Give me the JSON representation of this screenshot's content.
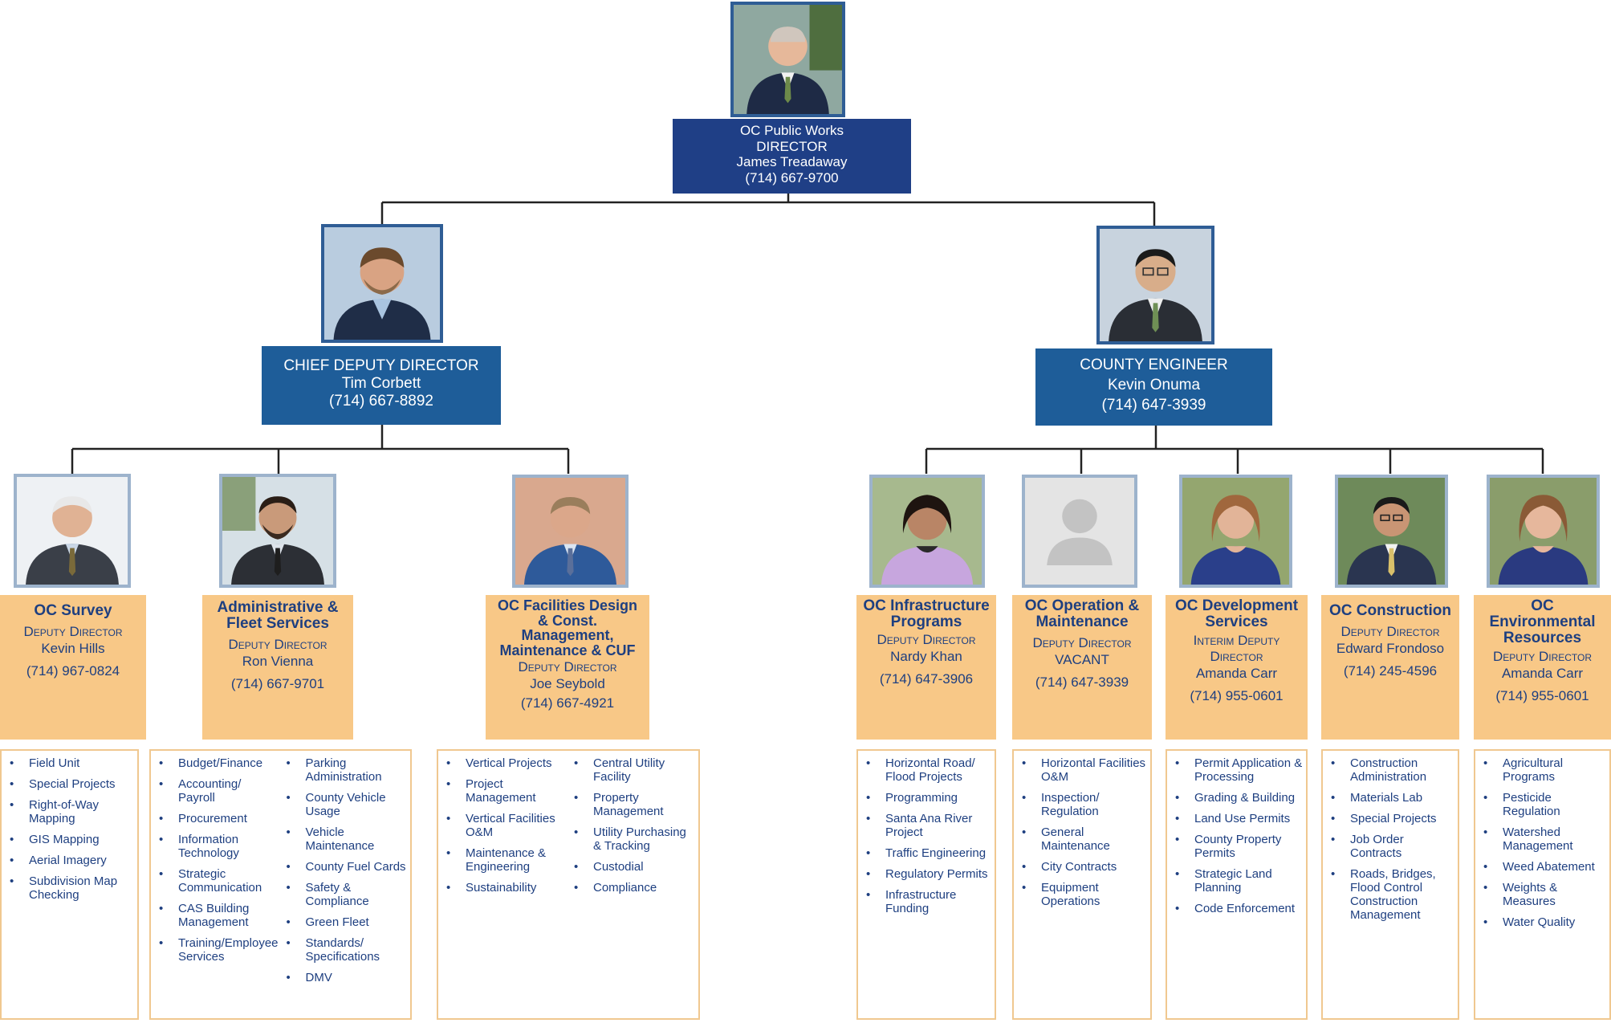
{
  "director": {
    "org": "OC Public Works",
    "title": "DIRECTOR",
    "name": "James Treadaway",
    "phone": "(714) 667-9700"
  },
  "chief_deputy": {
    "title": "CHIEF DEPUTY DIRECTOR",
    "name": "Tim Corbett",
    "phone": "(714) 667-8892"
  },
  "county_engineer": {
    "title": "COUNTY ENGINEER",
    "name": "Kevin Onuma",
    "phone": "(714) 647-3939"
  },
  "divisions": [
    {
      "name": "OC Survey",
      "role": "Deputy Director",
      "person": "Kevin Hills",
      "phone": "(714) 967-0824",
      "services": [
        [
          "Field Unit",
          "Special Projects",
          "Right-of-Way Mapping",
          "GIS Mapping",
          "Aerial Imagery",
          "Subdivision Map Checking"
        ]
      ]
    },
    {
      "name": "Administrative & Fleet Services",
      "role": "Deputy Director",
      "person": "Ron Vienna",
      "phone": "(714) 667-9701",
      "services": [
        [
          "Budget/Finance",
          "Accounting/ Payroll",
          "Procurement",
          "Information Technology",
          "Strategic Communication",
          "CAS Building Management",
          "Training/Employee Services"
        ],
        [
          "Parking Administration",
          "County Vehicle Usage",
          "Vehicle Maintenance",
          "County Fuel Cards",
          "Safety & Compliance",
          "Green Fleet",
          "Standards/ Specifications",
          "DMV"
        ]
      ]
    },
    {
      "name": "OC Facilities Design & Const. Management, Maintenance & CUF",
      "role": "Deputy Director",
      "person": "Joe Seybold",
      "phone": "(714) 667-4921",
      "services": [
        [
          "Vertical Projects",
          "Project Management",
          "Vertical Facilities O&M",
          "Maintenance & Engineering",
          "Sustainability"
        ],
        [
          "Central Utility Facility",
          "Property Management",
          "Utility Purchasing & Tracking",
          "Custodial",
          "Compliance"
        ]
      ]
    },
    {
      "name": "OC Infrastructure Programs",
      "role": "Deputy Director",
      "person": "Nardy Khan",
      "phone": "(714) 647-3906",
      "services": [
        [
          "Horizontal Road/ Flood Projects",
          "Programming",
          "Santa Ana River Project",
          "Traffic Engineering",
          "Regulatory Permits",
          "Infrastructure Funding"
        ]
      ]
    },
    {
      "name": "OC Operation & Maintenance",
      "role": "Deputy Director",
      "person": "VACANT",
      "phone": "(714) 647-3939",
      "services": [
        [
          "Horizontal Facilities O&M",
          "Inspection/ Regulation",
          "General Maintenance",
          "City Contracts",
          "Equipment Operations"
        ]
      ]
    },
    {
      "name": "OC Development Services",
      "role": "Interim Deputy Director",
      "person": "Amanda Carr",
      "phone": "(714) 955-0601",
      "services": [
        [
          "Permit Application & Processing",
          "Grading & Building",
          "Land Use Permits",
          "County Property Permits",
          "Strategic Land Planning",
          "Code Enforcement"
        ]
      ]
    },
    {
      "name": "OC Construction",
      "role": "Deputy Director",
      "person": "Edward Frondoso",
      "phone": "(714) 245-4596",
      "services": [
        [
          "Construction Administration",
          "Materials Lab",
          "Special Projects",
          "Job Order Contracts",
          "Roads, Bridges, Flood Control Construction Management"
        ]
      ]
    },
    {
      "name": "OC Environmental Resources",
      "role": "Deputy Director",
      "person": "Amanda Carr",
      "phone": "(714) 955-0601",
      "services": [
        [
          "Agricultural Programs",
          "Pesticide Regulation",
          "Watershed Management",
          "Weed Abatement",
          "Weights & Measures",
          "Water Quality"
        ]
      ]
    }
  ]
}
